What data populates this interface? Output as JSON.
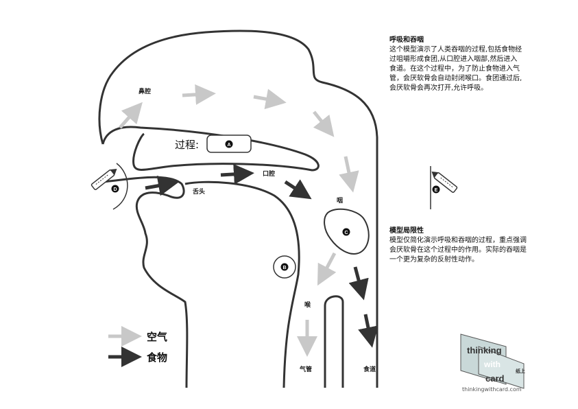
{
  "labels": {
    "nasal": "鼻腔",
    "oral": "口腔",
    "tongue": "舌头",
    "pharynx": "咽",
    "larynx": "喉",
    "trachea": "气管",
    "esophagus": "食道"
  },
  "process_label": "过程:",
  "markers": [
    "A",
    "B",
    "C",
    "D",
    "E"
  ],
  "text1": {
    "title": "呼吸和吞咽",
    "lines": [
      "这个模型演示了人类吞咽的过程,包括食物经",
      "过咀嚼形成食团,从口腔进入咽部,然后进入",
      "食道。在这个过程中，为了防止食物进入气",
      "管，会厌软骨会自动封闭喉口。食团通过后,",
      "会厌软骨会再次打开,允许呼吸。"
    ]
  },
  "text2": {
    "title": "模型局限性",
    "lines": [
      "模型仅简化演示呼吸和吞咽的过程，重点强调",
      "会厌软骨在这个过程中的作用。实际的吞咽是",
      "一个更为复杂的反射性动作。"
    ]
  },
  "legend": {
    "air": "空气",
    "food": "食物",
    "air_color": "#c8c8c8",
    "food_color": "#333333"
  },
  "logo": {
    "word1": "thinking",
    "word2": "with",
    "word3": "card",
    "side": "纸上",
    "url": "thinkingwithcard.com"
  }
}
